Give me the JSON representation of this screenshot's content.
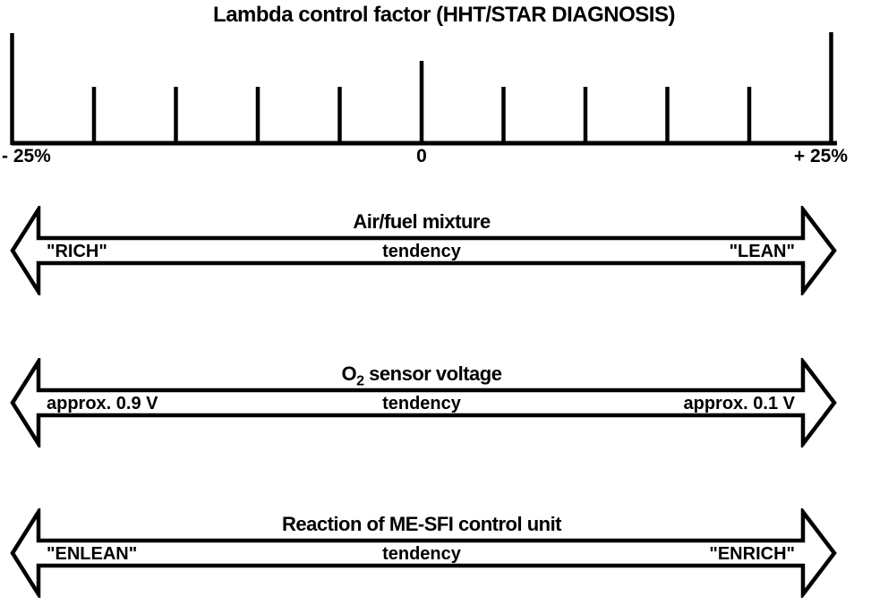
{
  "page": {
    "background": "#ffffff",
    "ink": "#000000"
  },
  "scale": {
    "title": "Lambda control factor (HHT/STAR DIAGNOSIS)",
    "min_label": "- 25%",
    "zero_label": "0",
    "max_label": "+ 25%",
    "range_percent": [
      -25,
      25
    ],
    "ticks": {
      "count": 11,
      "minor_step_percent": 5
    }
  },
  "arrows": [
    {
      "title": "Air/fuel mixture",
      "title_sub": "",
      "title_rest": "",
      "left_label": "\"RICH\"",
      "center_label": "tendency",
      "right_label": "\"LEAN\""
    },
    {
      "title": "O",
      "title_sub": "2",
      "title_rest": " sensor voltage",
      "left_label": "approx. 0.9 V",
      "center_label": "tendency",
      "right_label": "approx. 0.1 V"
    },
    {
      "title": "Reaction of ME-SFI control unit",
      "title_sub": "",
      "title_rest": "",
      "left_label": "\"ENLEAN\"",
      "center_label": "tendency",
      "right_label": "\"ENRICH\""
    }
  ]
}
